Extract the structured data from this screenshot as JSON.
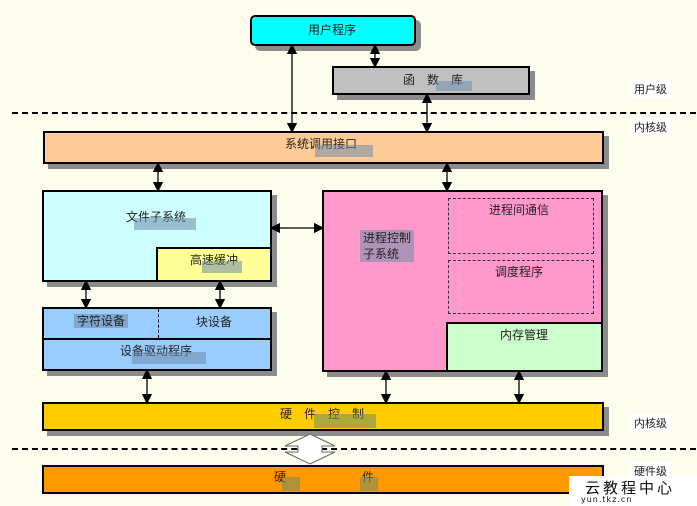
{
  "blocks": {
    "user_program": "用户程序",
    "function_lib": "函　数　库",
    "syscall_interface": "系统调用接口",
    "file_subsystem": "文件子系统",
    "buffer_cache": "高速缓冲",
    "char_device": "字符设备",
    "block_device": "块设备",
    "device_driver": "设备驱动程序",
    "process_control": "进程控制\n子系统",
    "ipc": "进程间通信",
    "scheduler": "调度程序",
    "memory_mgmt": "内存管理",
    "hardware_control": "硬　件　控　制",
    "hardware_left": "硬",
    "hardware_right": "件"
  },
  "side_labels": {
    "user_level": "用户级",
    "kernel_level_top": "内核级",
    "kernel_level_bottom": "内核级",
    "hardware_level": "硬件级"
  },
  "watermark": {
    "title": "云教程中心",
    "subtitle": "yun.tkz.cn"
  },
  "colors": {
    "user_program": "#00ffff",
    "function_lib": "#c0c0c0",
    "syscall": "#ffcc99",
    "file_subsystem": "#ccffff",
    "buffer_cache": "#ffff99",
    "device": "#99ccff",
    "process_control": "#ff99cc",
    "memory_mgmt": "#ccffcc",
    "hardware_control": "#ffcc00",
    "hardware": "#ff9900"
  }
}
